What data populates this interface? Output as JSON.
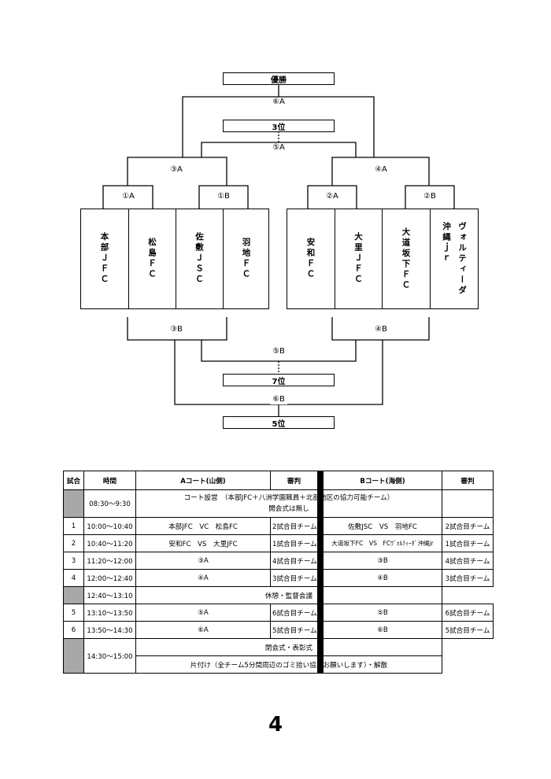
{
  "bracket": {
    "final_box": "優勝",
    "final_match": "⑥A",
    "third_box": "3位",
    "third_match": "⑤A",
    "semi_left": "③A",
    "semi_right": "④A",
    "r1": [
      "①A",
      "①B",
      "②A",
      "②B"
    ],
    "teams": [
      {
        "lines": [
          "本部",
          "ＪＦＣ"
        ]
      },
      {
        "lines": [
          "松島",
          "ＦＣ"
        ]
      },
      {
        "lines": [
          "佐敷",
          "ＪＳＣ"
        ]
      },
      {
        "lines": [
          "羽地",
          "ＦＣ"
        ]
      },
      {
        "lines": [
          "安和",
          "ＦＣ"
        ]
      },
      {
        "lines": [
          "大里",
          "ＪＦＣ"
        ]
      },
      {
        "lines": [
          "大道",
          "坂下",
          "ＦＣ"
        ]
      },
      {
        "lines": [
          "沖縄ｊｒ",
          "ヴォルティーダ"
        ]
      }
    ],
    "lower_left": "③B",
    "lower_right": "④B",
    "lower_mid": "⑤B",
    "seventh_box": "7位",
    "lower_final": "⑥B",
    "fifth_box": "5位"
  },
  "schedule": {
    "headers": {
      "match": "試合",
      "time": "時間",
      "court_a": "Aコート(山側)",
      "ref_a": "審判",
      "court_b": "Bコート(海側)",
      "ref_b": "審判"
    },
    "setup": {
      "time": "08:30〜9:30",
      "line1": "コート設営　（本部JFC＋八洲学園職員＋北部地区の協力可能チーム）",
      "line2": "開会式は無し"
    },
    "rows": [
      {
        "no": "1",
        "time": "10:00〜10:40",
        "a": "本部JFC　VC　松島FC",
        "ref_a": "2試合目チーム",
        "b": "佐敷JSC　VS　羽地FC",
        "ref_b": "2試合目チーム"
      },
      {
        "no": "2",
        "time": "10:40〜11:20",
        "a": "安和FC　VS　大里JFC",
        "ref_a": "1試合目チーム",
        "b": "大道坂下FC　VS　FCｳﾞｫﾙﾃｨｰﾀﾞ沖縄jr",
        "ref_b": "1試合目チーム"
      },
      {
        "no": "3",
        "time": "11:20〜12:00",
        "a": "③A",
        "ref_a": "4試合目チーム",
        "b": "③B",
        "ref_b": "4試合目チーム"
      },
      {
        "no": "4",
        "time": "12:00〜12:40",
        "a": "④A",
        "ref_a": "3試合目チーム",
        "b": "④B",
        "ref_b": "3試合目チーム"
      }
    ],
    "break": {
      "time": "12:40〜13:10",
      "text": "休憩・監督会議"
    },
    "rows2": [
      {
        "no": "5",
        "time": "13:10〜13:50",
        "a": "⑤A",
        "ref_a": "6試合目チーム",
        "b": "⑤B",
        "ref_b": "6試合目チーム"
      },
      {
        "no": "6",
        "time": "13:50〜14:30",
        "a": "⑥A",
        "ref_a": "5試合目チーム",
        "b": "⑥B",
        "ref_b": "5試合目チーム"
      }
    ],
    "closing": {
      "time": "14:30〜15:00",
      "line1": "閉会式・表彰式",
      "line2": "片付け（全チーム5分間周辺のゴミ拾い協力お願いします）・解散"
    }
  },
  "page_number": "4"
}
